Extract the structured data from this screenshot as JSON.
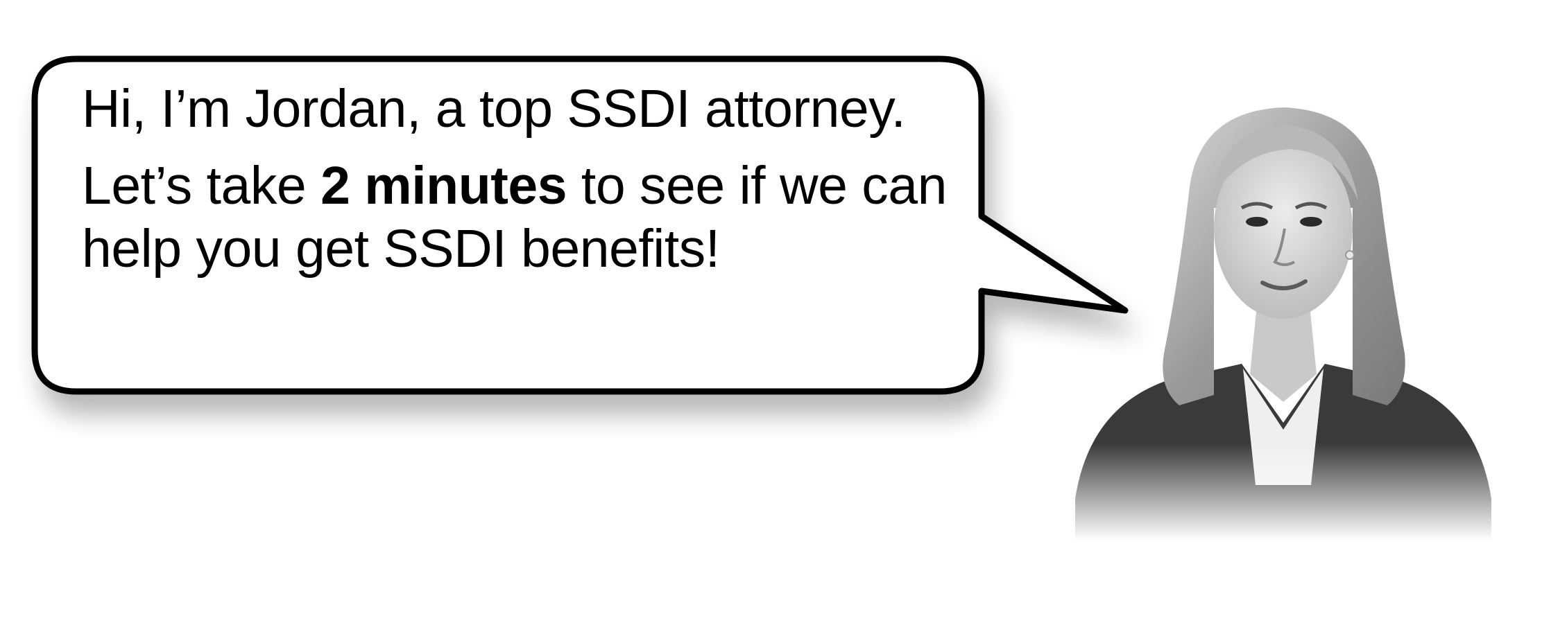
{
  "speech_bubble": {
    "intro": "Hi, I’m Jordan, a top SSDI attorney.",
    "cta_prefix": "Let’s take ",
    "cta_emphasis": "2 minutes",
    "cta_suffix": " to see if we can help you get SSDI benefits!"
  },
  "portrait": {
    "subject": "attorney-headshot",
    "style": "grayscale"
  },
  "colors": {
    "background": "#ffffff",
    "bubble_fill": "#ffffff",
    "bubble_stroke": "#000000",
    "text": "#000000"
  }
}
